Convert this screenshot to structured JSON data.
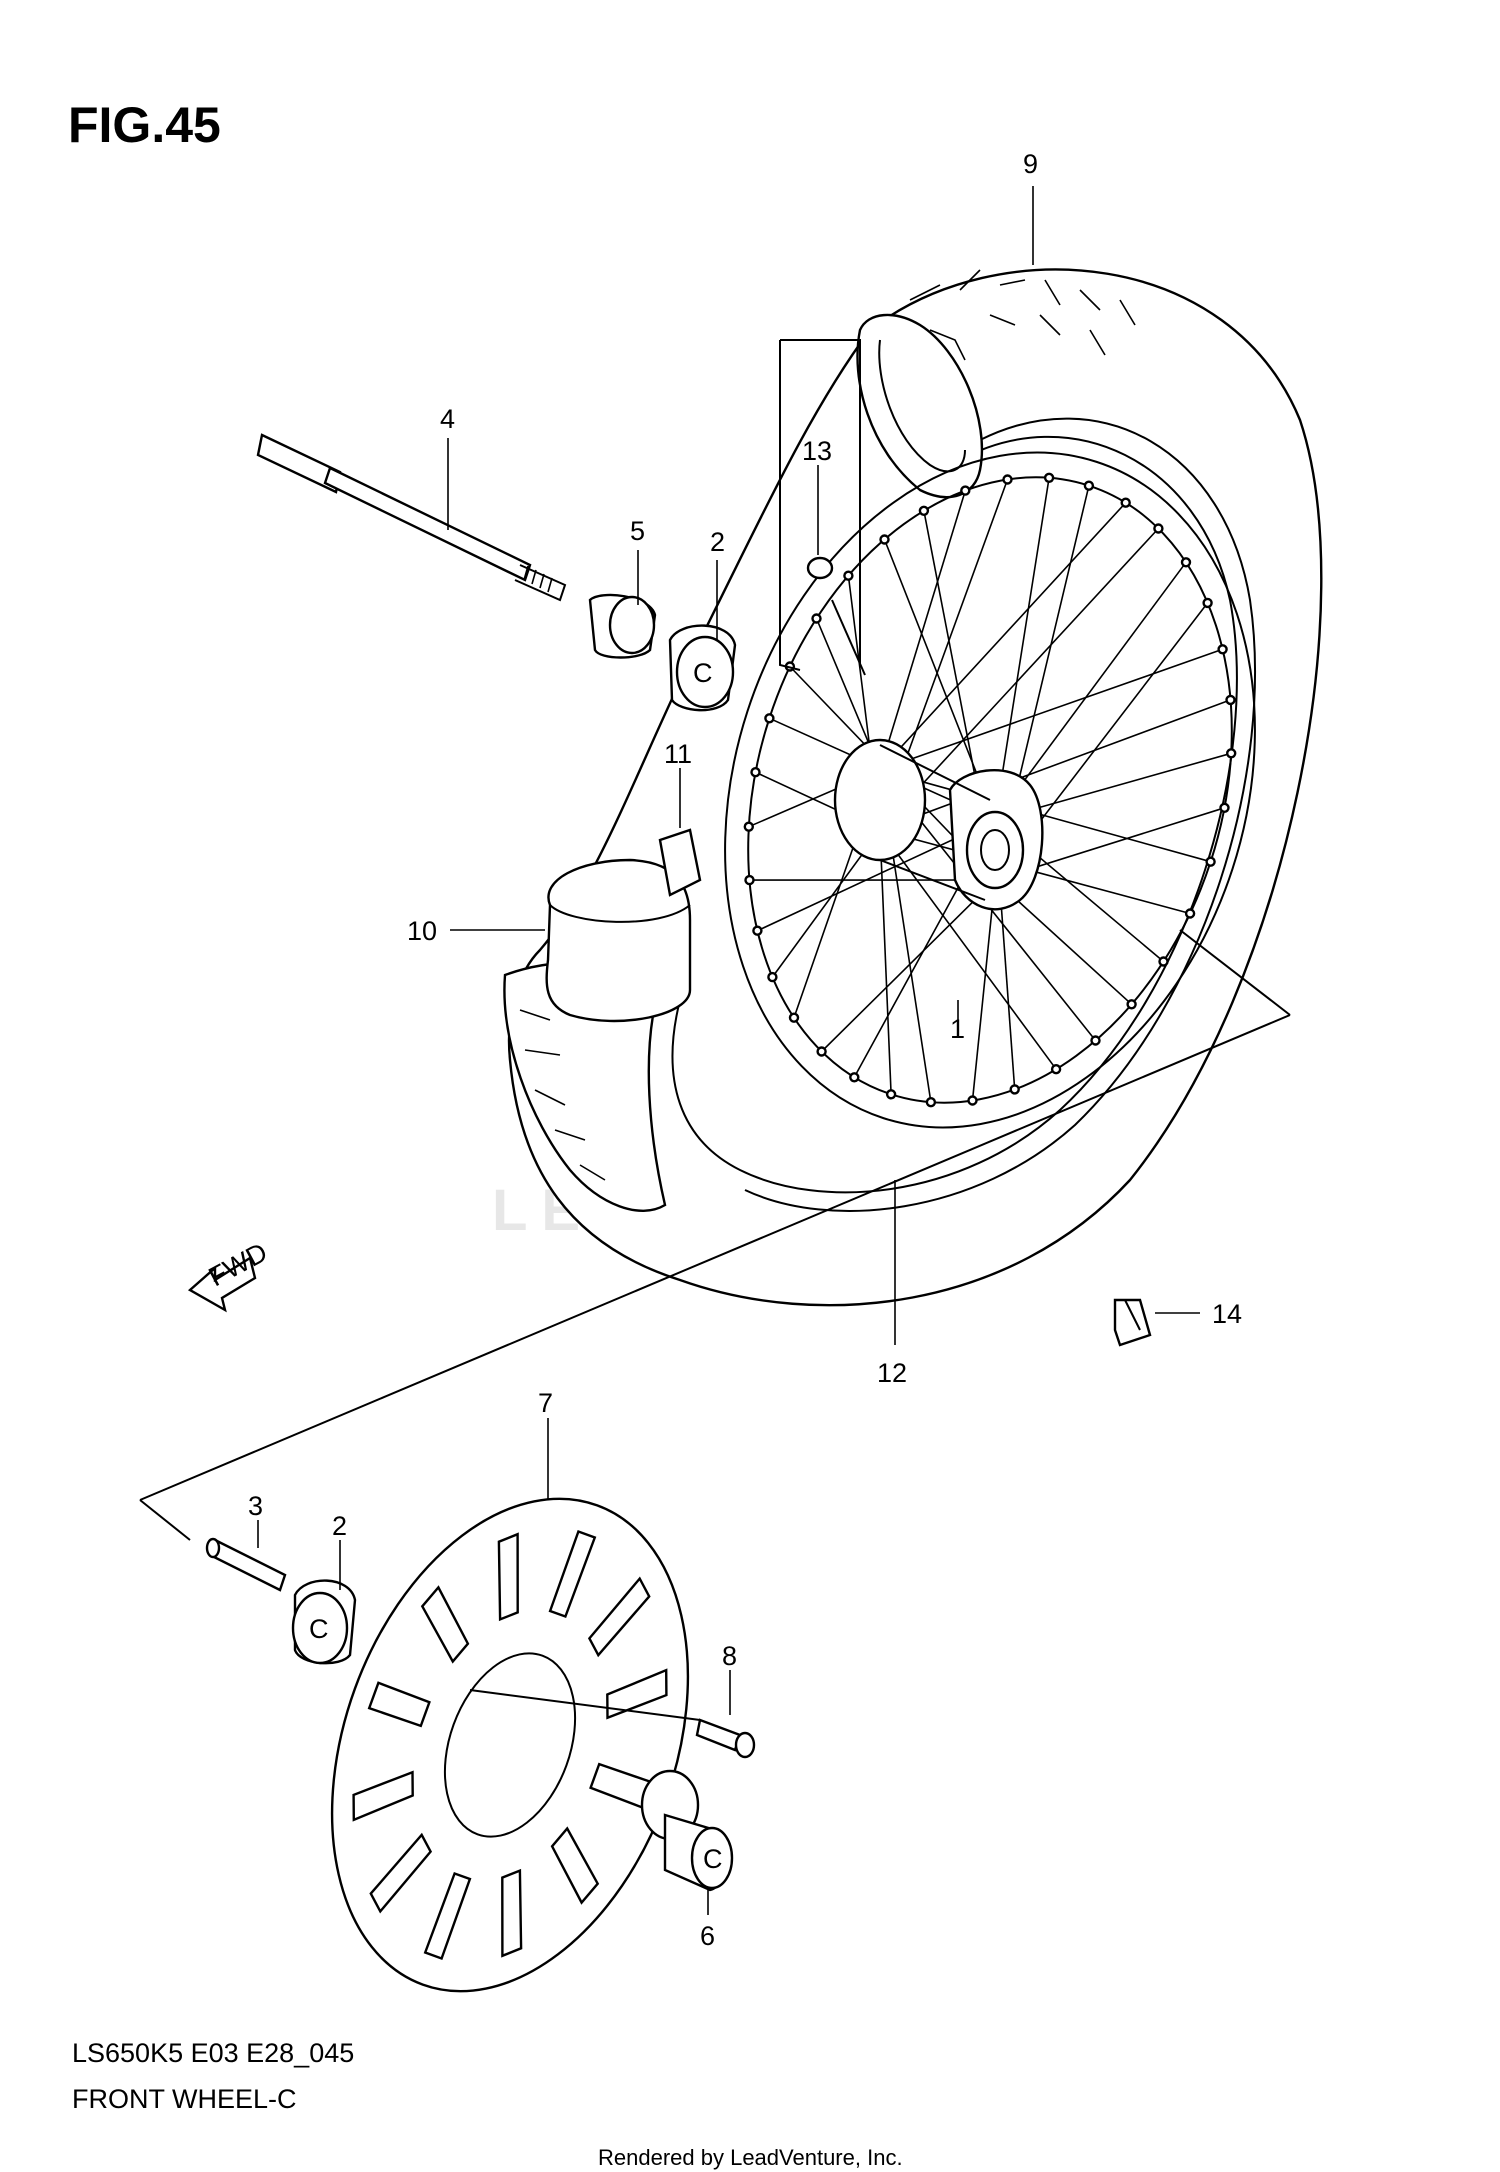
{
  "figure": {
    "title": "FIG.45",
    "model_code": "LS650K5 E03 E28_045",
    "caption": "FRONT WHEEL-C",
    "credit": "Rendered by LeadVenture, Inc.",
    "watermark": "LEADVENTURE",
    "direction_label": "FWD"
  },
  "callouts": [
    {
      "id": "1",
      "label": "1"
    },
    {
      "id": "2a",
      "label": "2"
    },
    {
      "id": "2b",
      "label": "2"
    },
    {
      "id": "3",
      "label": "3"
    },
    {
      "id": "4",
      "label": "4"
    },
    {
      "id": "5",
      "label": "5"
    },
    {
      "id": "6",
      "label": "6"
    },
    {
      "id": "7",
      "label": "7"
    },
    {
      "id": "8",
      "label": "8"
    },
    {
      "id": "9",
      "label": "9"
    },
    {
      "id": "10",
      "label": "10"
    },
    {
      "id": "11",
      "label": "11"
    },
    {
      "id": "12",
      "label": "12"
    },
    {
      "id": "13",
      "label": "13"
    },
    {
      "id": "14",
      "label": "14"
    }
  ]
}
